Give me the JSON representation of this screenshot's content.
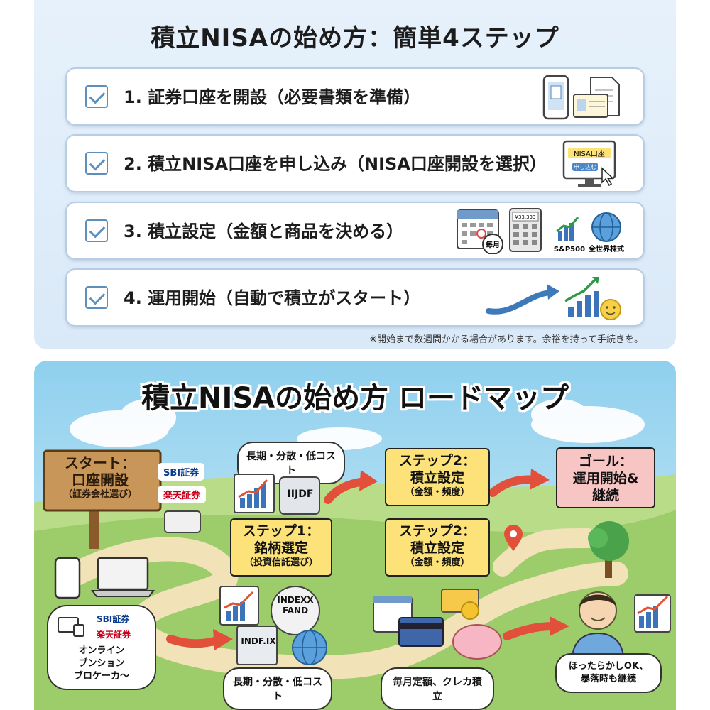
{
  "top": {
    "title": "積立NISAの始め方：簡単4ステップ",
    "steps": [
      {
        "label": "1. 証券口座を開設（必要書類を準備）",
        "icon": "documents-icon"
      },
      {
        "label": "2. 積立NISA口座を申し込み（NISA口座開設を選択）",
        "icon": "monitor-apply-icon",
        "screen_title": "NISA口座",
        "screen_button": "申し込む"
      },
      {
        "label": "3. 積立設定（金額と商品を決める）",
        "icon": "calendar-calculator-icon",
        "calendar_badge": "毎月",
        "calculator_display": "¥33,333",
        "fund_labels": [
          "S&P500",
          "全世界株式"
        ]
      },
      {
        "label": "4. 運用開始（自動で積立がスタート）",
        "icon": "growth-chart-icon"
      }
    ],
    "note": "※開始まで数週間かかる場合があります。余裕を持って手続きを。"
  },
  "bottom": {
    "title": "積立NISAの始め方 ロードマップ",
    "start_sign": {
      "l1": "スタート：",
      "l2": "口座開設",
      "sub": "（証券会社選び）"
    },
    "broker_logos": [
      "SBI証券",
      "楽天証券"
    ],
    "bubble_top": "長期・分散・低コスト",
    "fund_book_label": "IIJDF",
    "step2_top": {
      "l1": "ステップ2：",
      "l2": "積立設定",
      "sub": "（金額・頻度）"
    },
    "goal": {
      "l1": "ゴール：",
      "l2": "運用開始&",
      "l3": "継続"
    },
    "step1": {
      "l1": "ステップ1：",
      "l2": "銘柄選定",
      "sub": "（投資信託選び）"
    },
    "step2_mid": {
      "l1": "ステップ2：",
      "l2": "積立設定",
      "sub": "（金額・頻度）"
    },
    "online_bubble": {
      "logos": [
        "SBI証券",
        "楽天証券"
      ],
      "text": [
        "オンライン",
        "ブンション",
        "ブロケーカ〜"
      ]
    },
    "index_labels": [
      "INDEXX FAND",
      "INDF.IX"
    ],
    "bubble_bottom_left": "長期・分散・低コスト",
    "bubble_bottom_mid": "毎月定額、クレカ積立",
    "bubble_bottom_right": [
      "ほったらかしOK、",
      "暴落時も継続"
    ]
  }
}
